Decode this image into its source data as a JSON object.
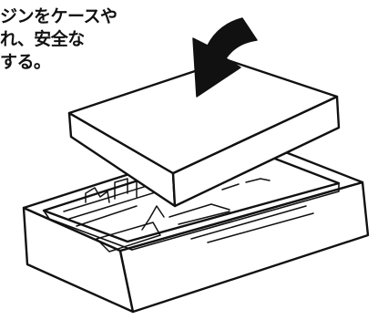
{
  "caption": {
    "line1": "ジンをケースや",
    "line2": "れ、安全な",
    "line3": "する。"
  },
  "colors": {
    "ink": "#111111",
    "paper": "#ffffff"
  },
  "icons": {
    "arrow": "curved-arrow-down-left",
    "lid": "case-lid",
    "base": "case-base"
  }
}
